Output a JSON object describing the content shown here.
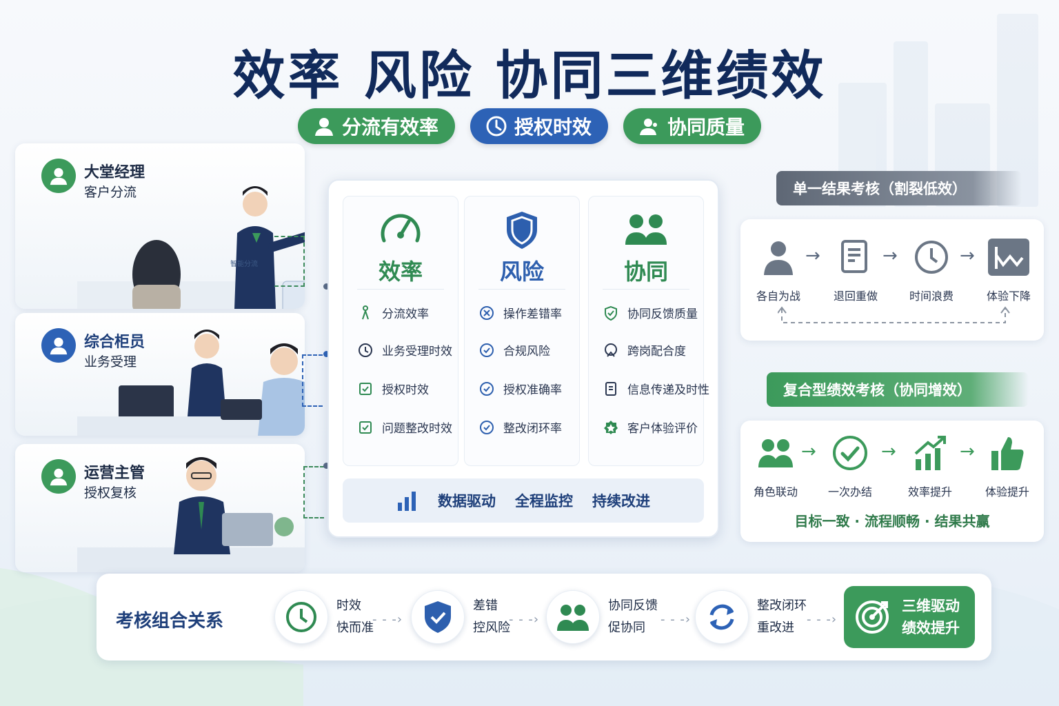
{
  "title": "效率 风险 协同三维绩效",
  "pills": [
    {
      "label": "分流有效率",
      "icon": "user-icon",
      "color": "#3c9a5b"
    },
    {
      "label": "授权时效",
      "icon": "clock-icon",
      "color": "#2d62b6"
    },
    {
      "label": "协同质量",
      "icon": "user-group-icon",
      "color": "#3c9a5b"
    }
  ],
  "roles": [
    {
      "name": "大堂经理",
      "desc": "客户分流",
      "color": "#3c9a5b",
      "sign": "智能分流"
    },
    {
      "name": "综合柜员",
      "desc": "业务受理",
      "color": "#2d62b6"
    },
    {
      "name": "运营主管",
      "desc": "授权复核",
      "color": "#3c9a5b"
    }
  ],
  "board": {
    "columns": [
      {
        "title": "效率",
        "color": "#2f8a52",
        "icon": "gauge-icon",
        "items": [
          "分流效率",
          "业务受理时效",
          "授权时效",
          "问题整改时效"
        ]
      },
      {
        "title": "风险",
        "color": "#2d5fae",
        "icon": "shield-icon",
        "items": [
          "操作差错率",
          "合规风险",
          "授权准确率",
          "整改闭环率"
        ]
      },
      {
        "title": "协同",
        "color": "#2f8a52",
        "icon": "team-icon",
        "items": [
          "协同反馈质量",
          "跨岗配合度",
          "信息传递及时性",
          "客户体验评价"
        ]
      }
    ],
    "footer": [
      "数据驱动",
      "全程监控",
      "持续改进"
    ]
  },
  "single_result": {
    "banner": "单一结果考核（割裂低效）",
    "steps": [
      "各自为战",
      "退回重做",
      "时间浪费",
      "体验下降"
    ]
  },
  "composite": {
    "banner": "复合型绩效考核（协同增效）",
    "steps": [
      "角色联动",
      "一次办结",
      "效率提升",
      "体验提升"
    ],
    "motto": "目标一致 · 流程顺畅 · 结果共赢"
  },
  "bottom": {
    "label": "考核组合关系",
    "steps": [
      {
        "line1": "时效",
        "line2": "快而准"
      },
      {
        "line1": "差错",
        "line2": "控风险"
      },
      {
        "line1": "协同反馈",
        "line2": "促协同"
      },
      {
        "line1": "整改闭环",
        "line2": "重改进"
      }
    ],
    "final": {
      "line1": "三维驱动",
      "line2": "绩效提升"
    }
  }
}
